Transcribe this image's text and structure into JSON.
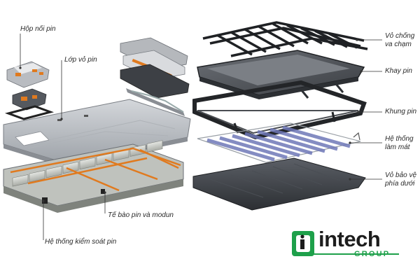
{
  "labels": {
    "junction_box": "Hộp nối pin",
    "battery_cover": "Lớp vỏ pin",
    "cells_modules": "Tế bào pin và modun",
    "bms": "Hệ thống kiểm soát pin",
    "crash_guard_1": "Vỏ chống",
    "crash_guard_2": "va chạm",
    "battery_tray": "Khay pin",
    "battery_frame": "Khung pin",
    "cooling_1": "Hệ thống",
    "cooling_2": "làm mát",
    "underbody_1": "Vỏ bảo vệ",
    "underbody_2": "phía dưới"
  },
  "logo": {
    "name": "intech",
    "sub": "GROUP"
  },
  "colors": {
    "logo_green": "#1ea04a",
    "logo_dark": "#1d1d1d",
    "accent_orange": "#e07a1f",
    "metal_dark": "#3a3d42",
    "metal_light": "#c9ccd0",
    "cooling_blue": "#6f78b8"
  }
}
